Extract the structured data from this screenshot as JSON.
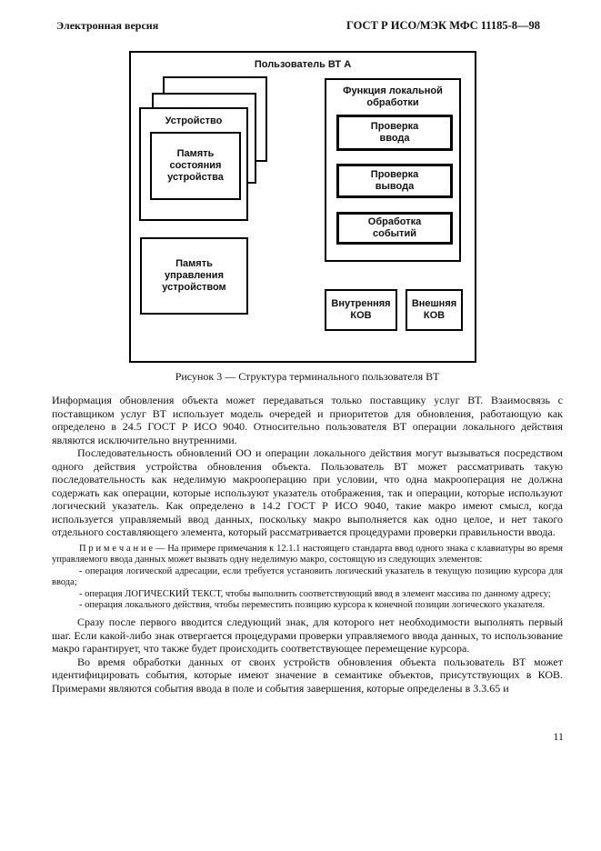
{
  "header": {
    "left": "Электронная версия",
    "right": "ГОСТ Р ИСО/МЭК МФС 11185-8—98"
  },
  "figure": {
    "outer_label": "Пользователь ВТ А",
    "device_label": "Устройство",
    "device_state_label": "Память\nсостояния\nустройства",
    "device_control_label": "Память\nуправления\nустройством",
    "local_processing": {
      "title": "Функция локальной\nобработки",
      "boxes": [
        "Проверка\nввода",
        "Проверка\nвывода",
        "Обработка\nсобытий"
      ]
    },
    "cca_boxes": [
      "Внутренняя\nКОВ",
      "Внешняя\nКОВ"
    ],
    "caption": "Рисунок 3 — Структура терминального пользователя ВТ"
  },
  "content": {
    "paragraphs": [
      {
        "text": "Информация обновления объекта может передаваться только поставщику услуг ВТ. Взаимосвязь с поставщиком услуг ВТ использует модель очередей и приоритетов для обновления, работающую как определено в 24.5 ГОСТ Р ИСО 9040. Относительно пользователя ВТ операции локального действия являются исключительно внутренними."
      },
      {
        "text": "Последовательность обновлений ОО и операции локального действия могут вызываться посредством одного действия устройства обновления объекта. Пользователь ВТ может рассматривать такую последовательность как неделимую макрооперацию при условии, что одна макрооперация не должна содержать как операции, которые используют указатель отображения, так и операции, которые используют логический указатель. Как определено в 14.2 ГОСТ Р ИСО 9040, такие макро имеют смысл, когда используется управляемый ввод данных, поскольку макро выполняется как одно целое, и нет такого отдельного составляющего элемента, который рассматривается процедурами проверки правильности ввода."
      },
      {
        "text": "Сразу после первого вводится следующий знак, для которого нет необходимости выполнять первый шаг. Если какой-либо знак отвергается процедурами проверки управляемого ввода данных, то использование макро гарантирует, что также будет происходить соответствующее перемещение курсора."
      },
      {
        "text": "Во время обработки данных от своих устройств обновления объекта пользователь ВТ может идентифицировать события, которые имеют значение в семантике объектов, присутствующих в КОВ. Примерами являются события ввода в поле и события завершения, которые определены в 3.3.65 и"
      }
    ],
    "note_paragraphs": [
      {
        "text": "П р и м е ч а н и е — На примере примечания к 12.1.1 настоящего стандарта ввод одного знака с клавиатуры во время управляемого ввода данных может вызвать одну неделимую макро, состоящую из следующих элементов:"
      },
      {
        "text": "- операция логической адресации, если требуется установить логический указатель в текущую позицию курсора для ввода;"
      },
      {
        "text": "- операция ЛОГИЧЕСКИЙ ТЕКСТ, чтобы выполнить соответствующий ввод в элемент массива по данному адресу;"
      },
      {
        "text": "- операция локального действия, чтобы переместить позицию курсора к конечной позиции логического указателя."
      }
    ]
  },
  "page_number": "11"
}
